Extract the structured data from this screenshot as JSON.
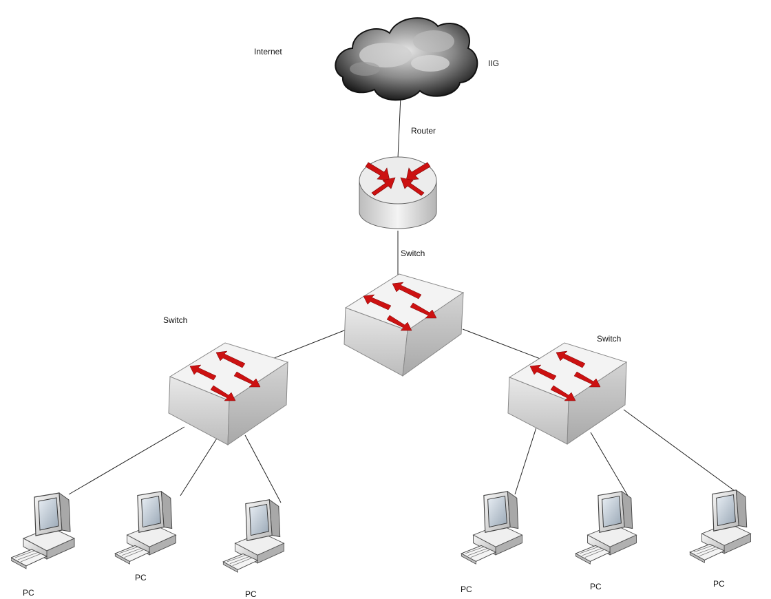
{
  "labels": {
    "internet": "Internet",
    "iig": "IIG",
    "router": "Router",
    "core_switch": "Switch",
    "left_switch": "Switch",
    "right_switch": "Switch",
    "pcs": [
      "PC",
      "PC",
      "PC",
      "PC",
      "PC",
      "PC"
    ]
  },
  "colors": {
    "arrow": "#cc1111",
    "line": "#222222",
    "switch_top": "#f2f2f2",
    "switch_side": "#cfcfcf",
    "cloud": "#333333"
  }
}
